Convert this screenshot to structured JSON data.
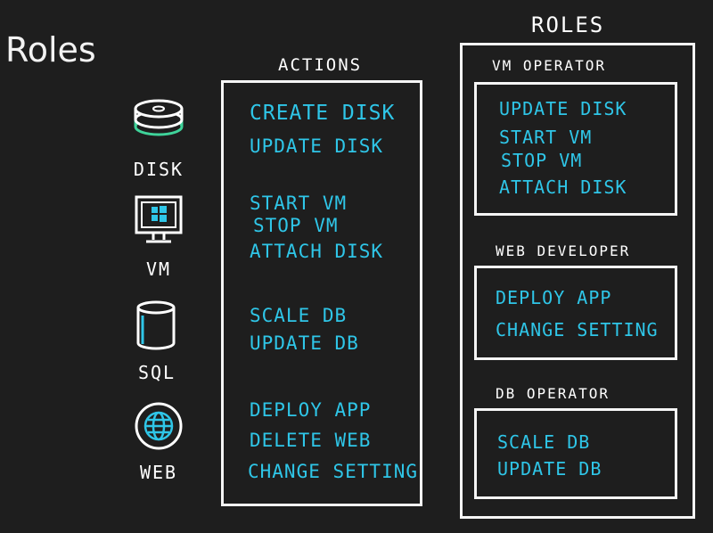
{
  "title": "Roles",
  "resources": [
    {
      "label": "DISK",
      "icon": "disk-icon"
    },
    {
      "label": "VM",
      "icon": "vm-icon"
    },
    {
      "label": "SQL",
      "icon": "sql-icon"
    },
    {
      "label": "WEB",
      "icon": "web-icon"
    }
  ],
  "actions": {
    "heading": "ACTIONS",
    "items": [
      "CREATE DISK",
      "UPDATE DISK",
      "START VM",
      "STOP VM",
      "ATTACH DISK",
      "SCALE DB",
      "UPDATE DB",
      "DEPLOY APP",
      "DELETE WEB",
      "CHANGE SETTING"
    ]
  },
  "roles": {
    "heading": "ROLES",
    "groups": [
      {
        "name": "VM OPERATOR",
        "items": [
          "UPDATE DISK",
          "START VM",
          "STOP VM",
          "ATTACH DISK"
        ]
      },
      {
        "name": "WEB DEVELOPER",
        "items": [
          "DEPLOY APP",
          "CHANGE SETTING"
        ]
      },
      {
        "name": "DB OPERATOR",
        "items": [
          "SCALE DB",
          "UPDATE DB"
        ]
      }
    ]
  },
  "colors": {
    "background": "#1e1e1e",
    "text": "#ffffff",
    "accent": "#2fc6e8",
    "disk_accent": "#3fd39a"
  }
}
